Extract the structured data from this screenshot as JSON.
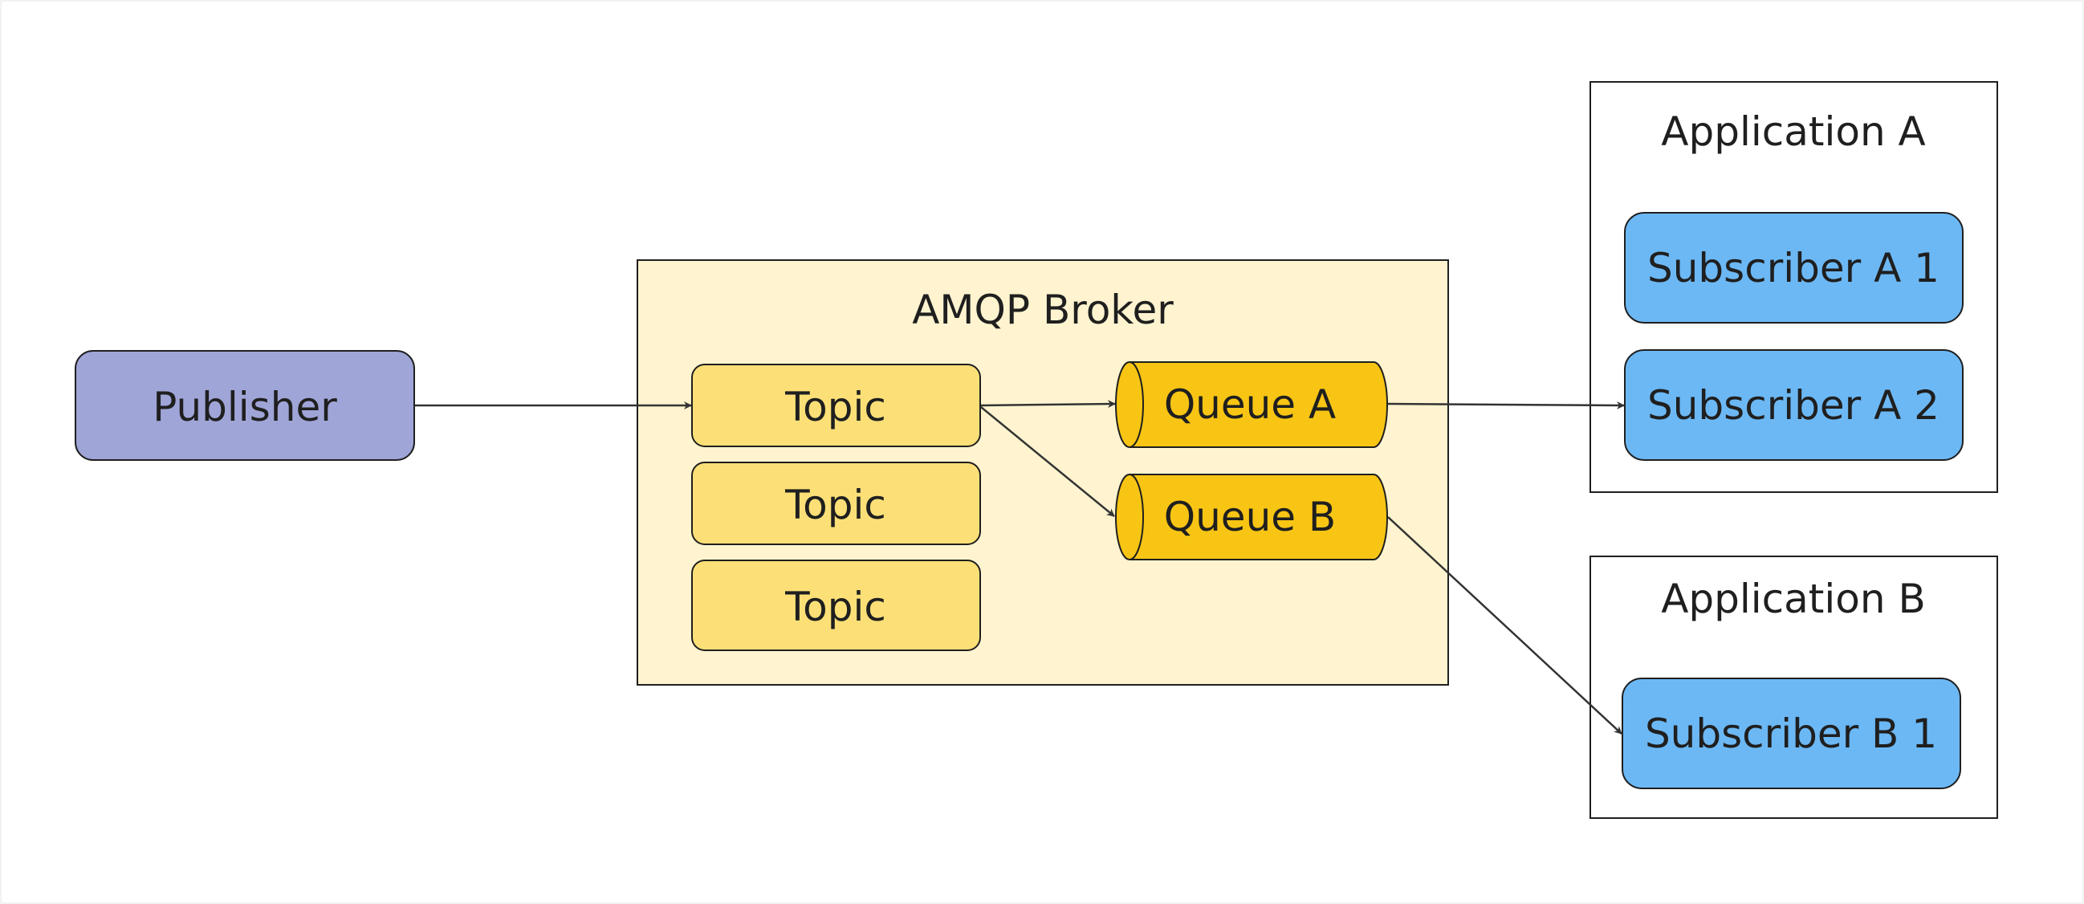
{
  "colors": {
    "publisher": "#a0a5d8",
    "broker_bg": "#fff4cf",
    "topic": "#fce077",
    "queue": "#f8c514",
    "subscriber": "#6cb8f4",
    "stroke": "#1f1f1f",
    "arrow": "#333333",
    "frame": "#ffffff"
  },
  "publisher": {
    "label": "Publisher"
  },
  "broker": {
    "title": "AMQP Broker",
    "topics": [
      {
        "label": "Topic"
      },
      {
        "label": "Topic"
      },
      {
        "label": "Topic"
      }
    ],
    "queues": [
      {
        "label": "Queue A"
      },
      {
        "label": "Queue B"
      }
    ]
  },
  "applications": [
    {
      "title": "Application A",
      "subscribers": [
        {
          "label": "Subscriber A 1"
        },
        {
          "label": "Subscriber A 2"
        }
      ]
    },
    {
      "title": "Application B",
      "subscribers": [
        {
          "label": "Subscriber B 1"
        }
      ]
    }
  ]
}
